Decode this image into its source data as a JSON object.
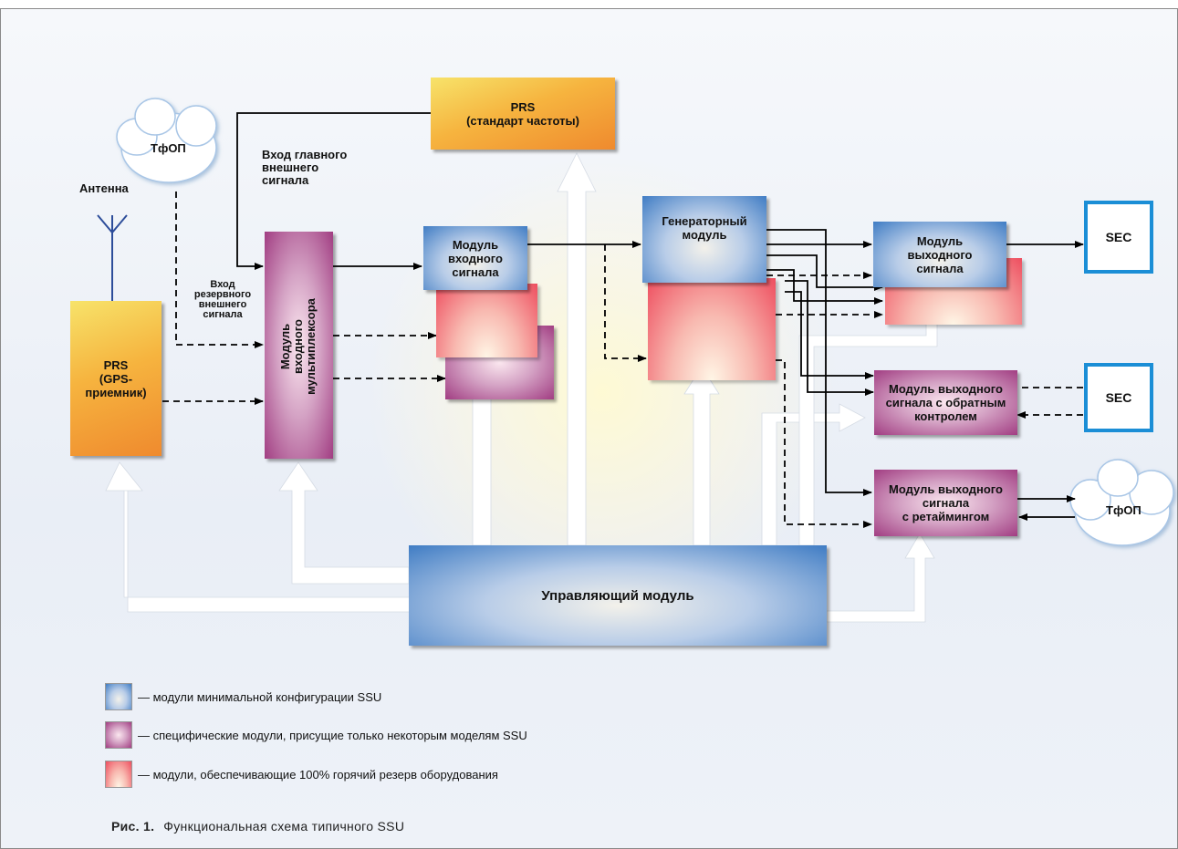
{
  "diagram": {
    "prs_freq": "PRS\n(стандарт частоты)",
    "prs_gps": "PRS\n(GPS-\nприемник)",
    "tfop_left": "ТфОП",
    "tfop_right": "ТфОП",
    "antenna": "Антенна",
    "main_input": "Вход главного\nвнешнего\nсигнала",
    "reserve_input": "Вход\nрезервного\nвнешнего\nсигнала",
    "mux_module": "Модуль\nвходного\nмультиплексора",
    "input_module": "Модуль\nвходного\nсигнала",
    "generator_module": "Генераторный\nмодуль",
    "output_module": "Модуль\nвыходного\nсигнала",
    "output_feedback_module": "Модуль выходного\nсигнала с обратным\nконтролем",
    "output_retiming_module": "Модуль выходного\nсигнала\nс ретаймингом",
    "sec_top": "SEC",
    "sec_mid": "SEC",
    "control_module": "Управляющий модуль"
  },
  "legend": {
    "items": [
      {
        "text": "— модули минимальной конфигурации SSU",
        "color": "#3f7cc4"
      },
      {
        "text": "— специфические модули, присущие только некоторым моделям SSU",
        "color": "#a13d82"
      },
      {
        "text": "— модули, обеспечивающие 100% горячий резерв оборудования",
        "color": "#ee4e5f"
      }
    ]
  },
  "caption": {
    "label": "Рис. 1.",
    "text": "Функциональная схема типичного SSU"
  }
}
